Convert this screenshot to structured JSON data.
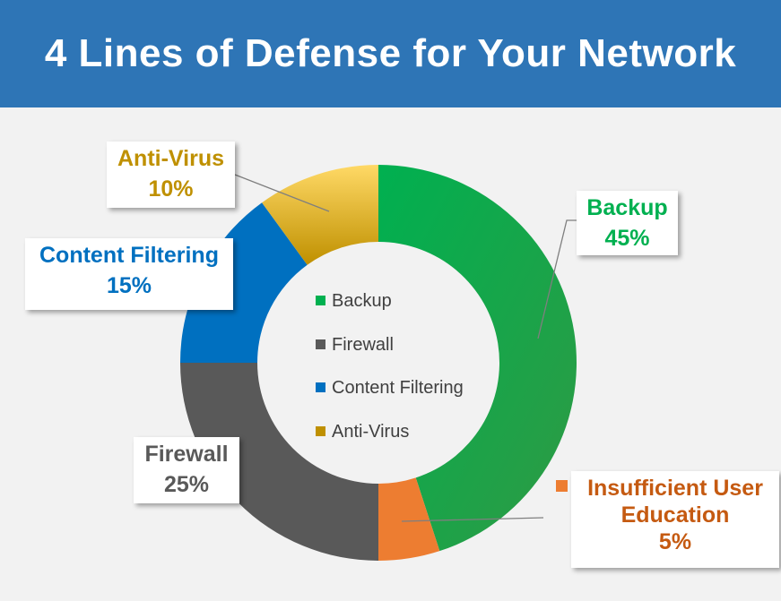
{
  "title": "4 Lines of Defense for Your Network",
  "chart_data": {
    "type": "donut",
    "title": "4 Lines of Defense for Your Network",
    "slices": [
      {
        "label": "Backup",
        "value": 45,
        "value_label": "45%",
        "color": "#00b050",
        "label_color": "#00b050"
      },
      {
        "label": "Insufficient User Education",
        "value": 5,
        "value_label": "5%",
        "color": "#ed7d31",
        "label_color": "#c55a11"
      },
      {
        "label": "Firewall",
        "value": 25,
        "value_label": "25%",
        "color": "#595959",
        "label_color": "#595959"
      },
      {
        "label": "Content Filtering",
        "value": 15,
        "value_label": "15%",
        "color": "#0070c0",
        "label_color": "#0070c0"
      },
      {
        "label": "Anti-Virus",
        "value": 10,
        "value_label": "10%",
        "color": "#bf9000",
        "label_color": "#bf9000"
      }
    ],
    "legend": {
      "placement": "center",
      "entries": [
        {
          "label": "Backup",
          "color": "#00b050"
        },
        {
          "label": "Firewall",
          "color": "#595959"
        },
        {
          "label": "Content Filtering",
          "color": "#0070c0"
        },
        {
          "label": "Anti-Virus",
          "color": "#bf9000"
        }
      ]
    }
  },
  "callouts": {
    "backup": {
      "name": "Backup",
      "pct": "45%"
    },
    "education": {
      "name1": "Insufficient User",
      "name2": "Education",
      "pct": "5%"
    },
    "firewall": {
      "name": "Firewall",
      "pct": "25%"
    },
    "content": {
      "name": "Content Filtering",
      "pct": "15%"
    },
    "antivirus": {
      "name": "Anti-Virus",
      "pct": "10%"
    }
  },
  "colors": {
    "header": "#2e75b6",
    "background": "#f2f2f2"
  }
}
